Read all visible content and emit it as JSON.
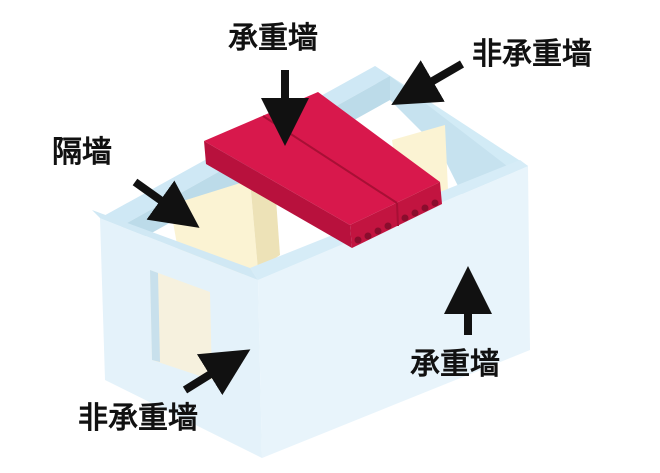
{
  "labels": {
    "top_bearing": "承重墙",
    "top_right_non_bearing": "非承重墙",
    "partition": "隔墙",
    "front_bearing": "承重墙",
    "bottom_left_non_bearing": "非承重墙"
  },
  "colors": {
    "wall_front": "#e4f2fa",
    "wall_top": "#d2ebf6",
    "wall_shadow": "#bcdbe9",
    "partition": "#fbf3d3",
    "partition_shadow": "#ede2b7",
    "slab_top": "#d8184c",
    "slab_front": "#c21440",
    "slab_side": "#a8103a",
    "arrow": "#111111"
  }
}
